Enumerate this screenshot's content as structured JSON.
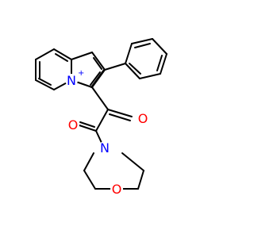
{
  "colors": {
    "background": "#ffffff",
    "bond": "#000000",
    "nitrogen": "#0000ff",
    "oxygen": "#ff0000"
  },
  "atoms": {
    "n_ring": "N",
    "n_amide": "N",
    "o_ketone": "O",
    "o_amide": "O",
    "o_ether": "O"
  }
}
